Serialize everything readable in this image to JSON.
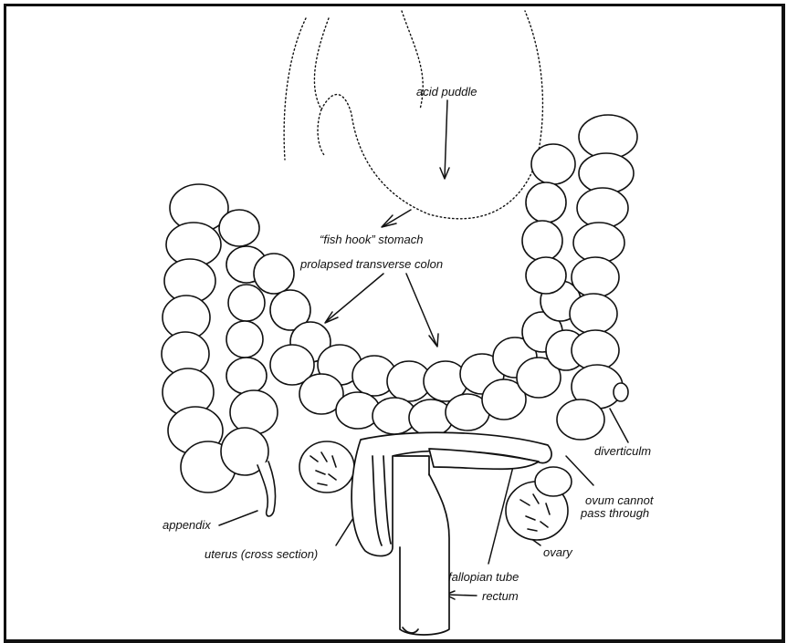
{
  "labels": {
    "acid_puddle": "acid puddle",
    "fish_hook_stomach": "“fish hook” stomach",
    "prolapsed_transverse_colon": "prolapsed transverse colon",
    "diverticulum": "diverticulm",
    "ovum_line1": "ovum cannot",
    "ovum_line2": "pass through",
    "appendix": "appendix",
    "uterus": "uterus (cross section)",
    "ovary": "ovary",
    "fallopian_tube": "fallopian tube",
    "rectum": "rectum"
  },
  "colors": {
    "ink": "#111111",
    "background": "#ffffff"
  }
}
